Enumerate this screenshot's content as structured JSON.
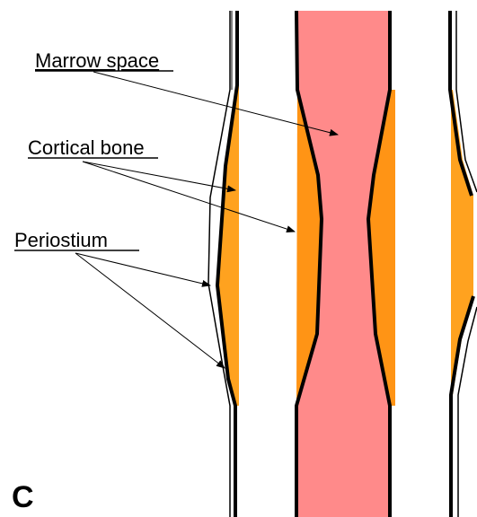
{
  "labels": {
    "marrow": "Marrow space",
    "cortical": "Cortical bone",
    "periostium": "Periostium",
    "panel": "C"
  },
  "colors": {
    "marrow_fill": "#ff8a8a",
    "cortical_fill": "#ffa21f",
    "cortical_inner_fill": "#ff9415",
    "outline": "#000000",
    "background": "#ffffff"
  }
}
